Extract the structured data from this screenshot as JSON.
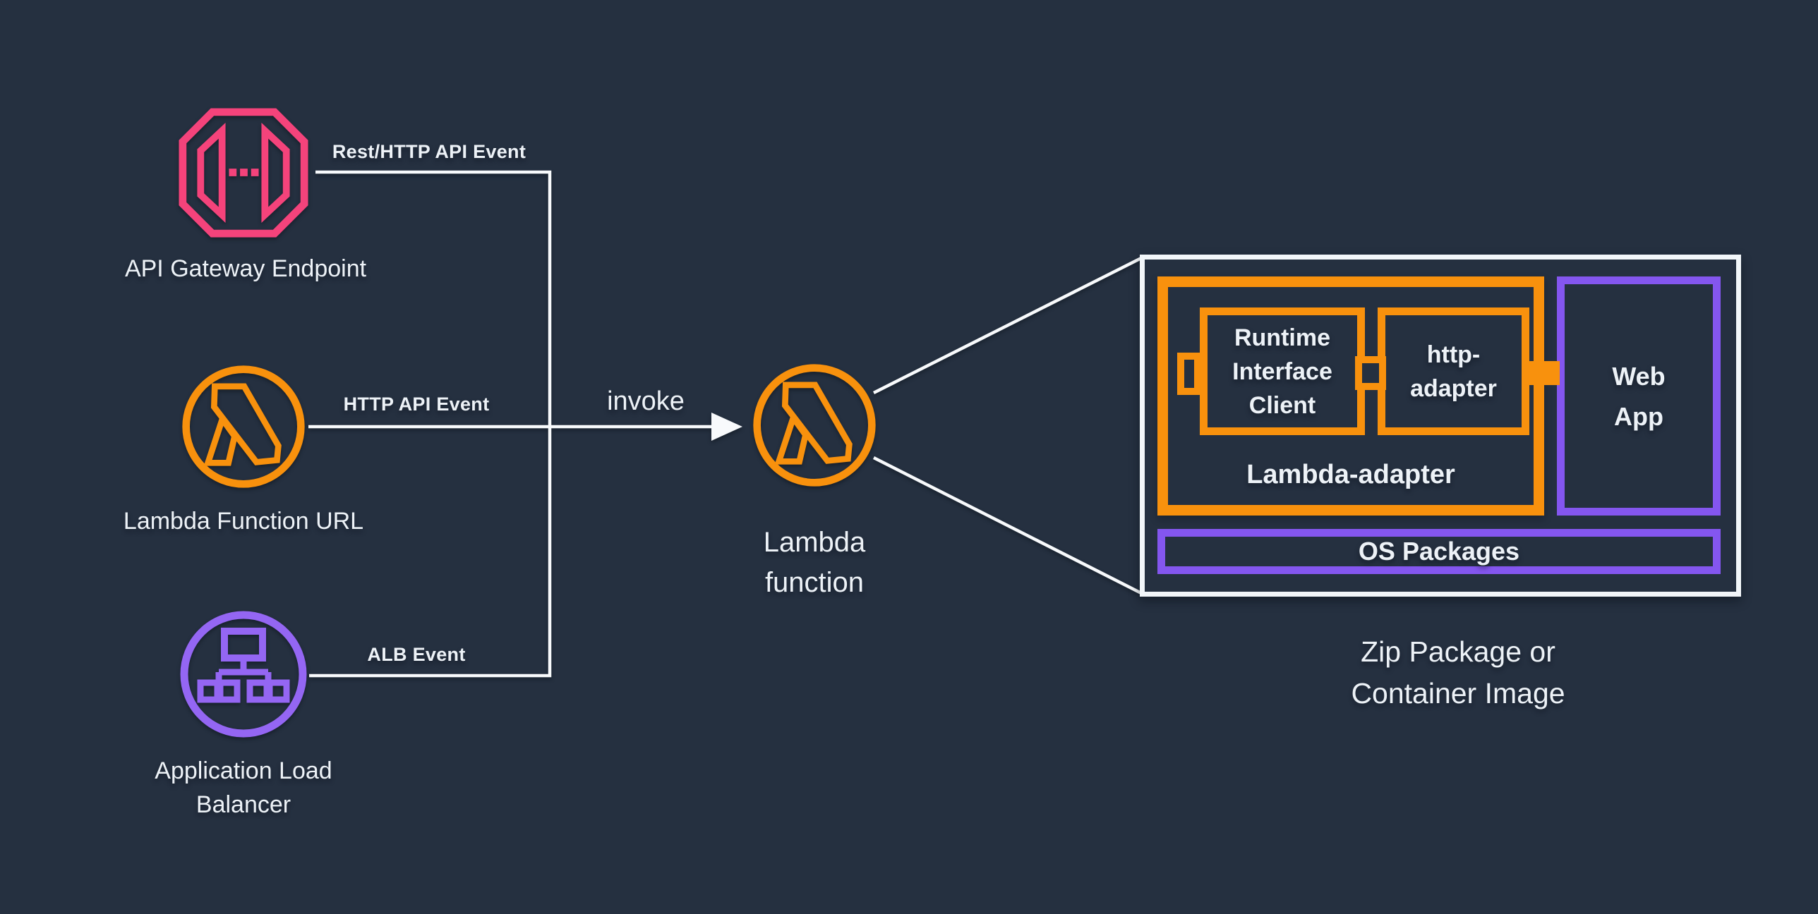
{
  "colors": {
    "background": "#253040",
    "orange": "#F8910D",
    "pink": "#F4437B",
    "purple": "#8456EF",
    "purple_light": "#9466F3",
    "line": "#F8FAFC",
    "text": "#EDF2F7",
    "box_border_white": "#F2F6F9"
  },
  "event_sources": {
    "api_gateway": {
      "name": "API Gateway Endpoint",
      "event": "Rest/HTTP API Event"
    },
    "lambda_function_url": {
      "name": "Lambda Function URL",
      "event": "HTTP API Event"
    },
    "application_load_balancer": {
      "name_lines": [
        "Application Load",
        "Balancer"
      ],
      "event": "ALB Event"
    }
  },
  "invoke_label": "invoke",
  "lambda_function": {
    "name_lines": [
      "Lambda",
      "function"
    ]
  },
  "package_box": {
    "lambda_adapter": {
      "label": "Lambda-adapter",
      "runtime_interface_client_lines": [
        "Runtime",
        "Interface",
        "Client"
      ],
      "http_adapter_lines": [
        "http-",
        "adapter"
      ]
    },
    "web_app_lines": [
      "Web",
      "App"
    ],
    "os_packages": "OS Packages",
    "caption_lines": [
      "Zip Package or",
      "Container Image"
    ]
  }
}
